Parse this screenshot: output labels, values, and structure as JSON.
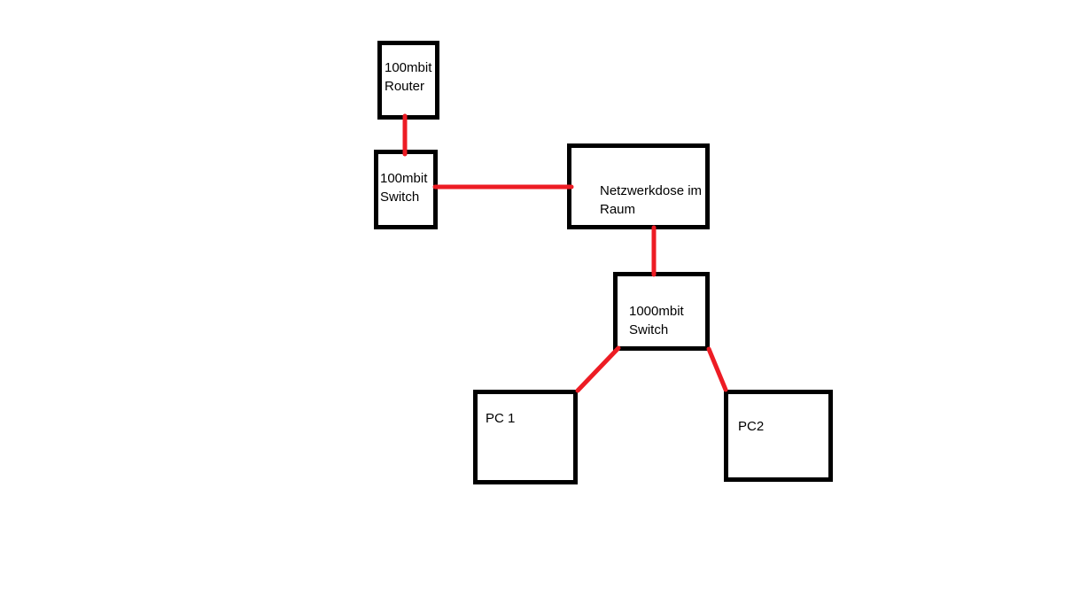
{
  "diagram": {
    "title": "Network diagram (paint drawing)",
    "background_color": "#ffffff",
    "node_border_color": "#000000",
    "link_color": "#ed1c24",
    "nodes": {
      "router": {
        "id": "router",
        "label": "100mbit\nRouter"
      },
      "switch100": {
        "id": "switch100",
        "label": "100mbit\nSwitch"
      },
      "netzwerkdose": {
        "id": "netzwerkdose",
        "label": "Netzwerkdose im\nRaum"
      },
      "switch1000": {
        "id": "switch1000",
        "label": "1000mbit\nSwitch"
      },
      "pc1": {
        "id": "pc1",
        "label": "PC 1"
      },
      "pc2": {
        "id": "pc2",
        "label": "PC2"
      }
    },
    "edges": [
      {
        "from": "router",
        "to": "switch100"
      },
      {
        "from": "switch100",
        "to": "netzwerkdose"
      },
      {
        "from": "netzwerkdose",
        "to": "switch1000"
      },
      {
        "from": "switch1000",
        "to": "pc1"
      },
      {
        "from": "switch1000",
        "to": "pc2"
      }
    ]
  }
}
